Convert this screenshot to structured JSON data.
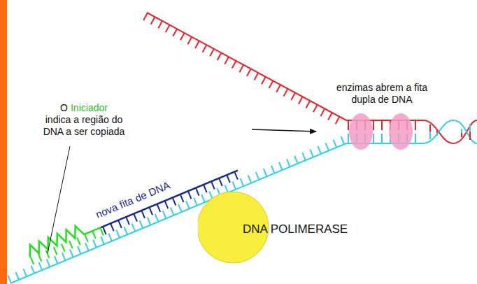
{
  "diagram": {
    "nodes": [
      {
        "text": [
          "DNA POLIMERASE"
        ]
      }
    ],
    "labels": [
      "enzimas abrem a fita dupla de DNA",
      "O",
      "Iniciador",
      "indica a região do DNA a ser copiada",
      "nova fita de DNA"
    ]
  }
}
